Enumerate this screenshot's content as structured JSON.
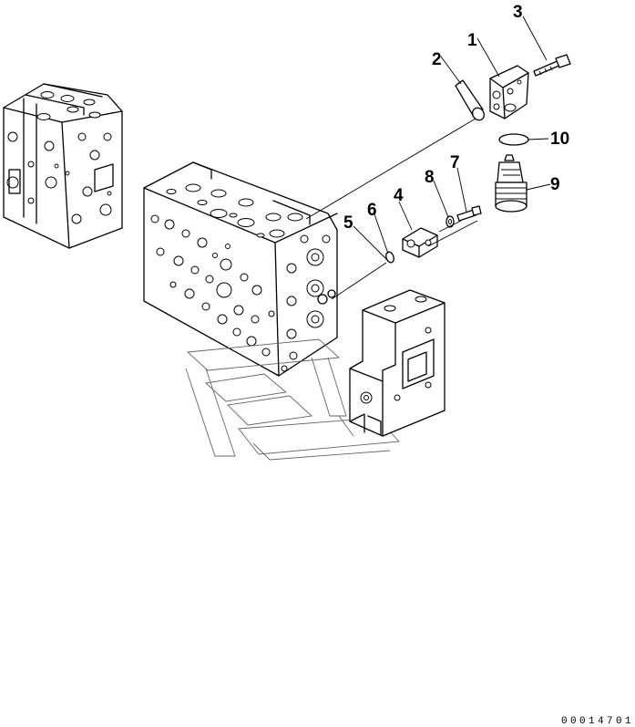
{
  "labels": [
    {
      "id": "1",
      "text": "1"
    },
    {
      "id": "2",
      "text": "2"
    },
    {
      "id": "3",
      "text": "3"
    },
    {
      "id": "4",
      "text": "4"
    },
    {
      "id": "5",
      "text": "5"
    },
    {
      "id": "6",
      "text": "6"
    },
    {
      "id": "7",
      "text": "7"
    },
    {
      "id": "8",
      "text": "8"
    },
    {
      "id": "9",
      "text": "9"
    },
    {
      "id": "10",
      "text": "10"
    }
  ],
  "drawing_code": "00014701"
}
